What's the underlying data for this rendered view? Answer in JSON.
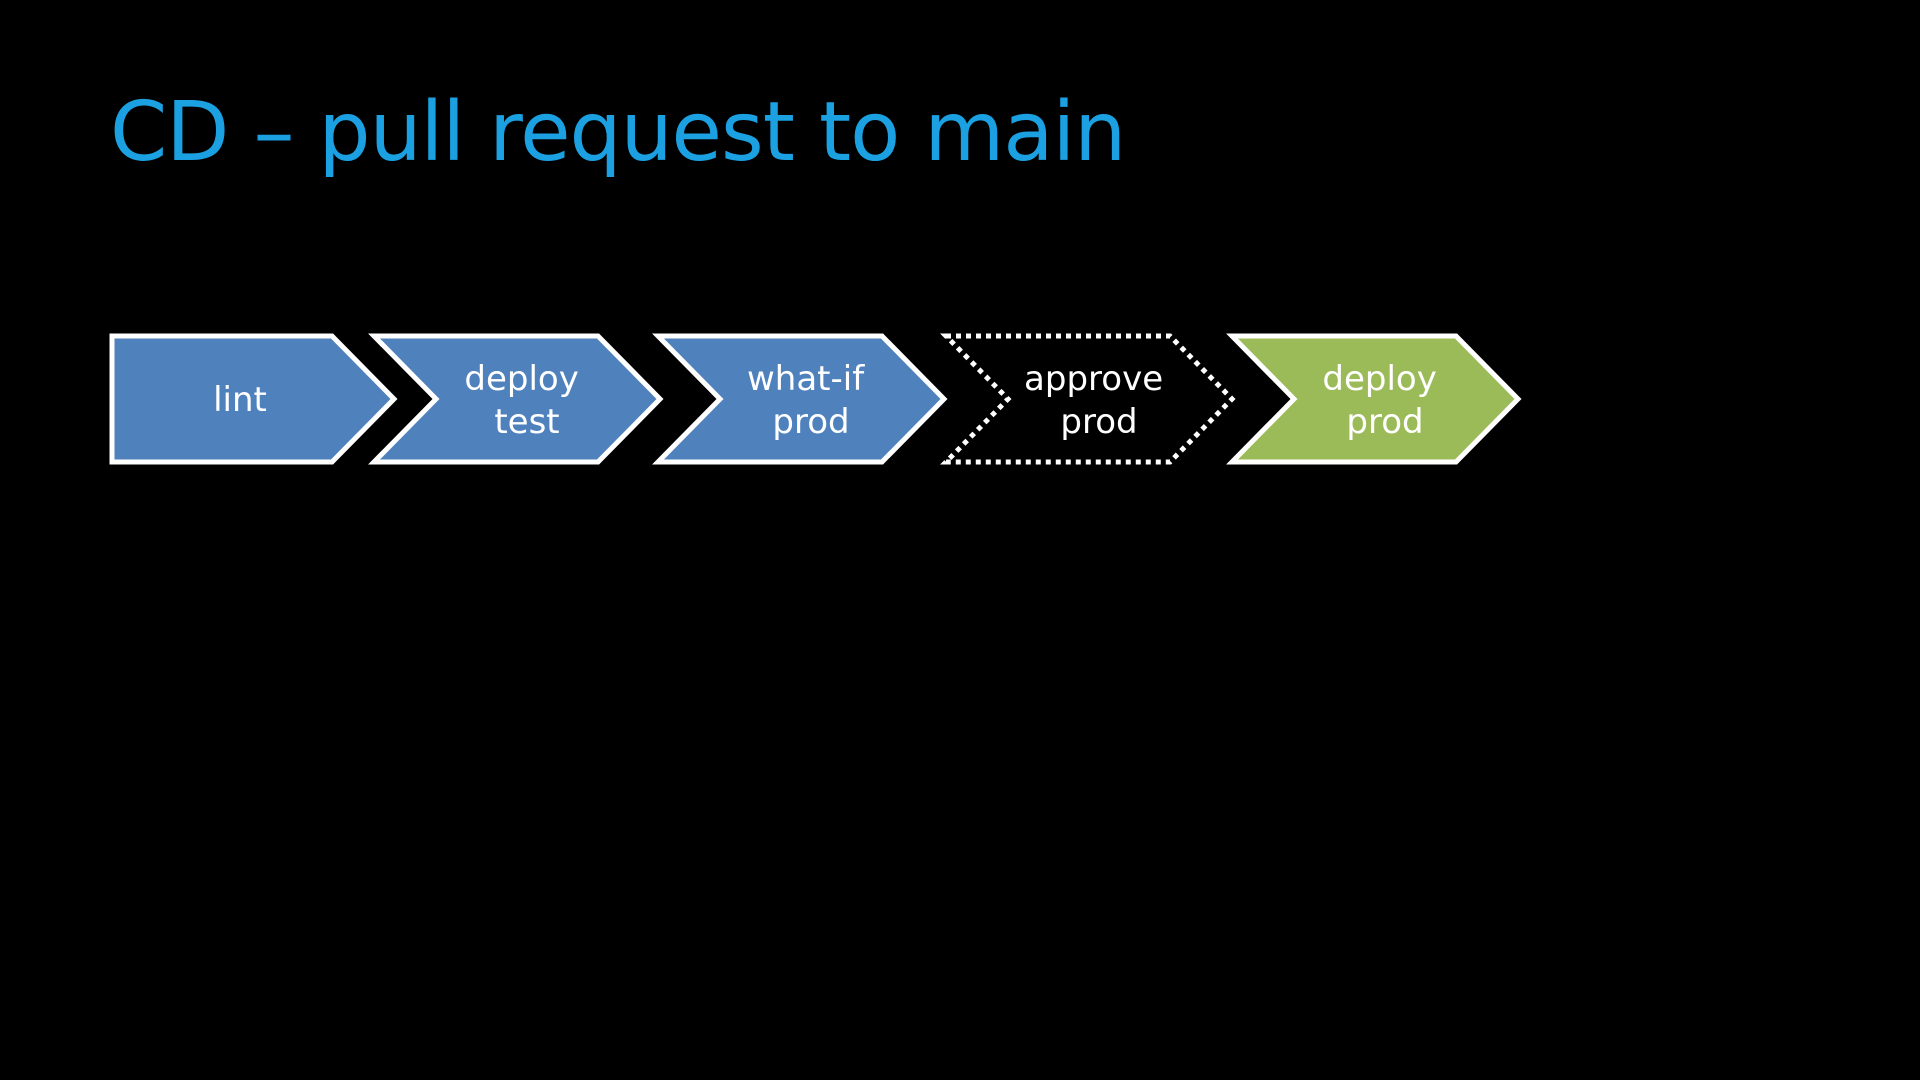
{
  "slide": {
    "title": "CD – pull request to main",
    "title_color": "#1ba1e2",
    "background": "#000000"
  },
  "pipeline": {
    "steps": [
      {
        "name": "lint",
        "lines": [
          "lint"
        ],
        "fill": "#4f81bd",
        "border": "solid",
        "shape": "pentagon"
      },
      {
        "name": "deploy-test",
        "lines": [
          "deploy",
          "test"
        ],
        "fill": "#4f81bd",
        "border": "solid",
        "shape": "chevron"
      },
      {
        "name": "what-if-prod",
        "lines": [
          "what-if",
          "prod"
        ],
        "fill": "#4f81bd",
        "border": "solid",
        "shape": "chevron"
      },
      {
        "name": "approve-prod",
        "lines": [
          "approve",
          "prod"
        ],
        "fill": "#000000",
        "border": "dotted",
        "shape": "chevron"
      },
      {
        "name": "deploy-prod",
        "lines": [
          "deploy",
          "prod"
        ],
        "fill": "#9bbb59",
        "border": "solid",
        "shape": "chevron"
      }
    ],
    "outline_color": "#ffffff"
  }
}
